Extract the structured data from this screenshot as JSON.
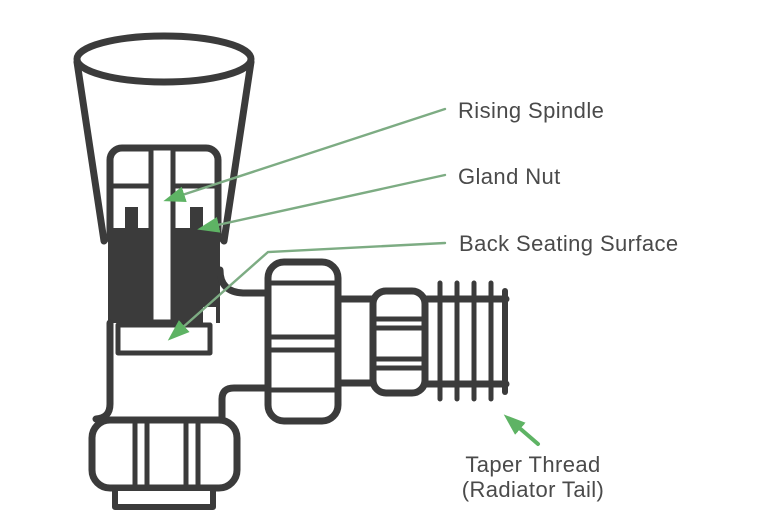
{
  "colors": {
    "background": "#ffffff",
    "outline": "#3b3b3b",
    "leader_line": "#7dac83",
    "arrow_green": "#5eb364",
    "label_text": "#4a4a4a"
  },
  "labels": {
    "rising_spindle": "Rising Spindle",
    "gland_nut": "Gland Nut",
    "back_seating_surface": "Back Seating Surface",
    "taper_thread": {
      "line1": "Taper Thread",
      "line2": "(Radiator Tail)"
    }
  }
}
